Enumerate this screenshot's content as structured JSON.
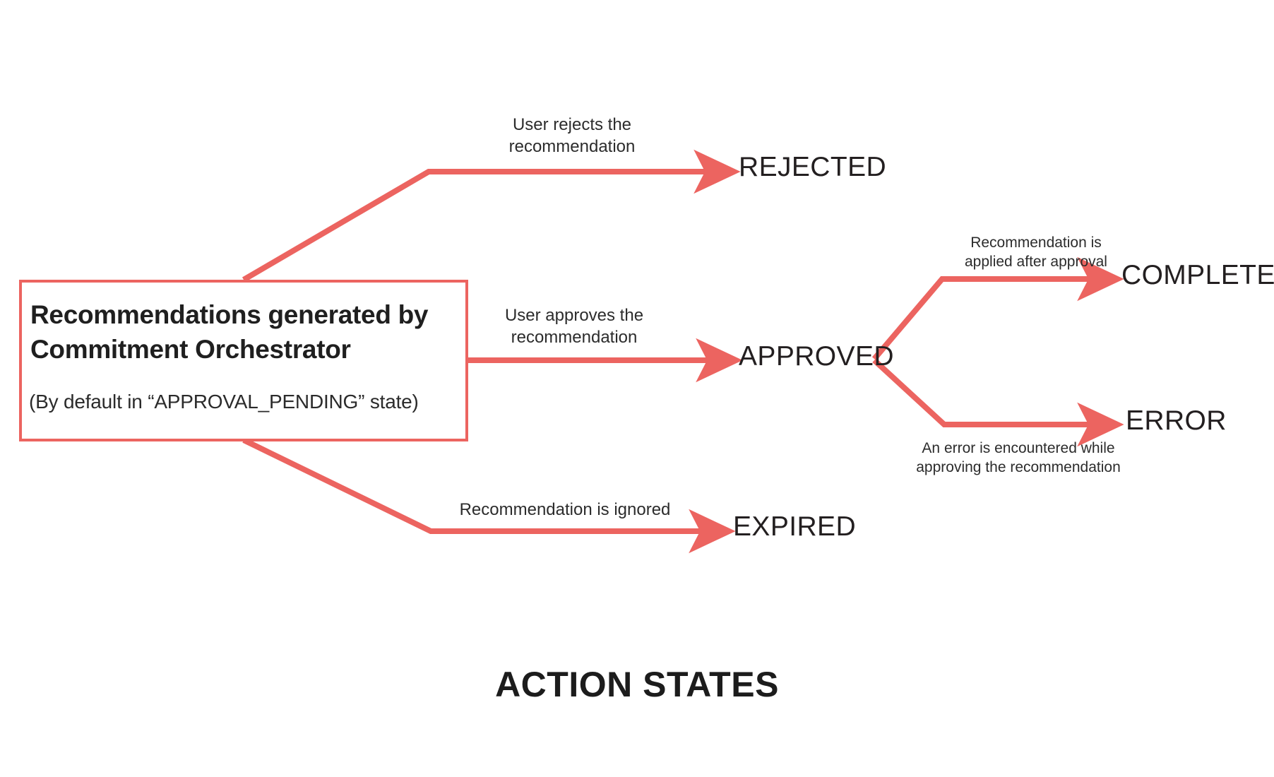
{
  "theme": {
    "accent": "#ec6460",
    "text": "#231f20",
    "background": "#ffffff"
  },
  "source": {
    "title": "Recommendations generated\nby Commitment Orchestrator",
    "subtitle": "(By default in “APPROVAL_PENDING” state)"
  },
  "states": {
    "rejected": "REJECTED",
    "approved": "APPROVED",
    "expired": "EXPIRED",
    "completed": "COMPLETED",
    "error": "ERROR"
  },
  "edges": {
    "to_rejected": "User rejects the\nrecommendation",
    "to_approved": "User approves the\nrecommendation",
    "to_expired": "Recommendation is ignored",
    "to_completed": "Recommendation is\napplied after approval",
    "to_error": "An error is encountered while\napproving the recommendation"
  },
  "footer": {
    "title": "ACTION STATES"
  },
  "chart_data": {
    "type": "diagram",
    "title": "ACTION STATES",
    "nodes": [
      {
        "id": "source",
        "label": "Recommendations generated by Commitment Orchestrator",
        "note": "(By default in “APPROVAL_PENDING” state)",
        "shape": "rectangle"
      },
      {
        "id": "rejected",
        "label": "REJECTED",
        "shape": "text"
      },
      {
        "id": "approved",
        "label": "APPROVED",
        "shape": "text"
      },
      {
        "id": "expired",
        "label": "EXPIRED",
        "shape": "text"
      },
      {
        "id": "completed",
        "label": "COMPLETED",
        "shape": "text"
      },
      {
        "id": "error",
        "label": "ERROR",
        "shape": "text"
      }
    ],
    "links": [
      {
        "from": "source",
        "to": "rejected",
        "label": "User rejects the recommendation"
      },
      {
        "from": "source",
        "to": "approved",
        "label": "User approves the recommendation"
      },
      {
        "from": "source",
        "to": "expired",
        "label": "Recommendation is ignored"
      },
      {
        "from": "approved",
        "to": "completed",
        "label": "Recommendation is applied after approval"
      },
      {
        "from": "approved",
        "to": "error",
        "label": "An error is encountered while approving the recommendation"
      }
    ]
  }
}
